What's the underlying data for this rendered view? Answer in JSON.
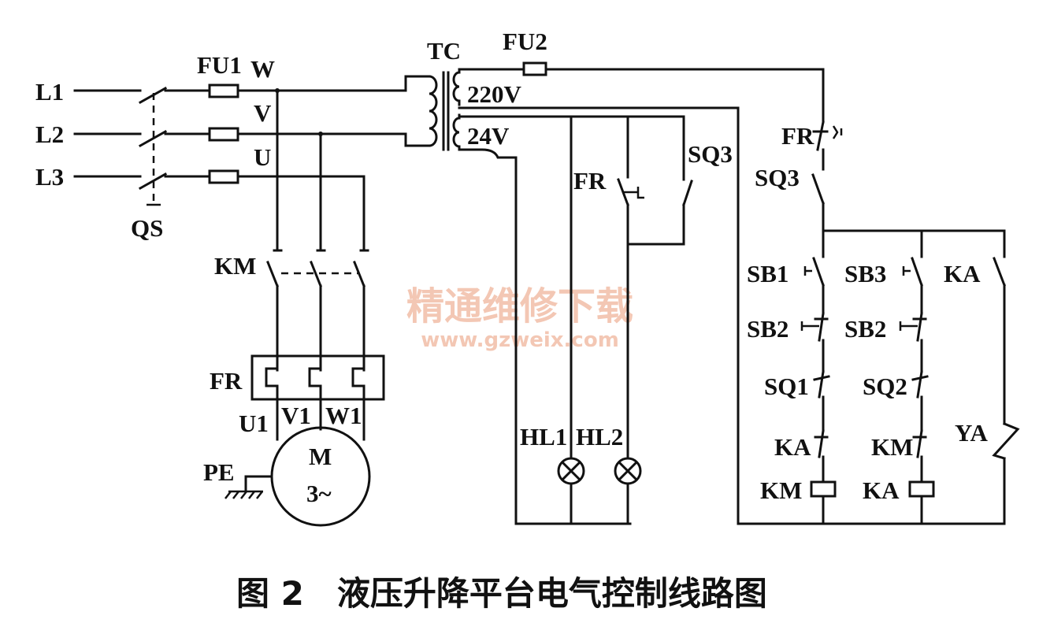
{
  "labels": {
    "L1": "L1",
    "L2": "L2",
    "L3": "L3",
    "QS": "QS",
    "FU1": "FU1",
    "FU2": "FU2",
    "W": "W",
    "V": "V",
    "U": "U",
    "TC": "TC",
    "v220": "220V",
    "v24": "24V",
    "KM_main": "KM",
    "FR_main": "FR",
    "U1": "U1",
    "V1": "V1",
    "W1": "W1",
    "motor_M": "M",
    "motor_phase": "3~",
    "PE": "PE",
    "FR_lamp": "FR",
    "SQ3_lamp": "SQ3",
    "HL1": "HL1",
    "HL2": "HL2",
    "FR_ctrl": "FR",
    "SQ3_ctrl": "SQ3",
    "SB1": "SB1",
    "SB3": "SB3",
    "KA_top": "KA",
    "SB2_a": "SB2",
    "SB2_b": "SB2",
    "SQ1": "SQ1",
    "SQ2": "SQ2",
    "KA_contact": "KA",
    "KM_contact": "KM",
    "KM_coil": "KM",
    "KA_coil": "KA",
    "YA": "YA"
  },
  "watermark": {
    "line1": "精通维修下载",
    "line2": "www.gzweix.com"
  },
  "caption": "图 2　液压升降平台电气控制线路图"
}
